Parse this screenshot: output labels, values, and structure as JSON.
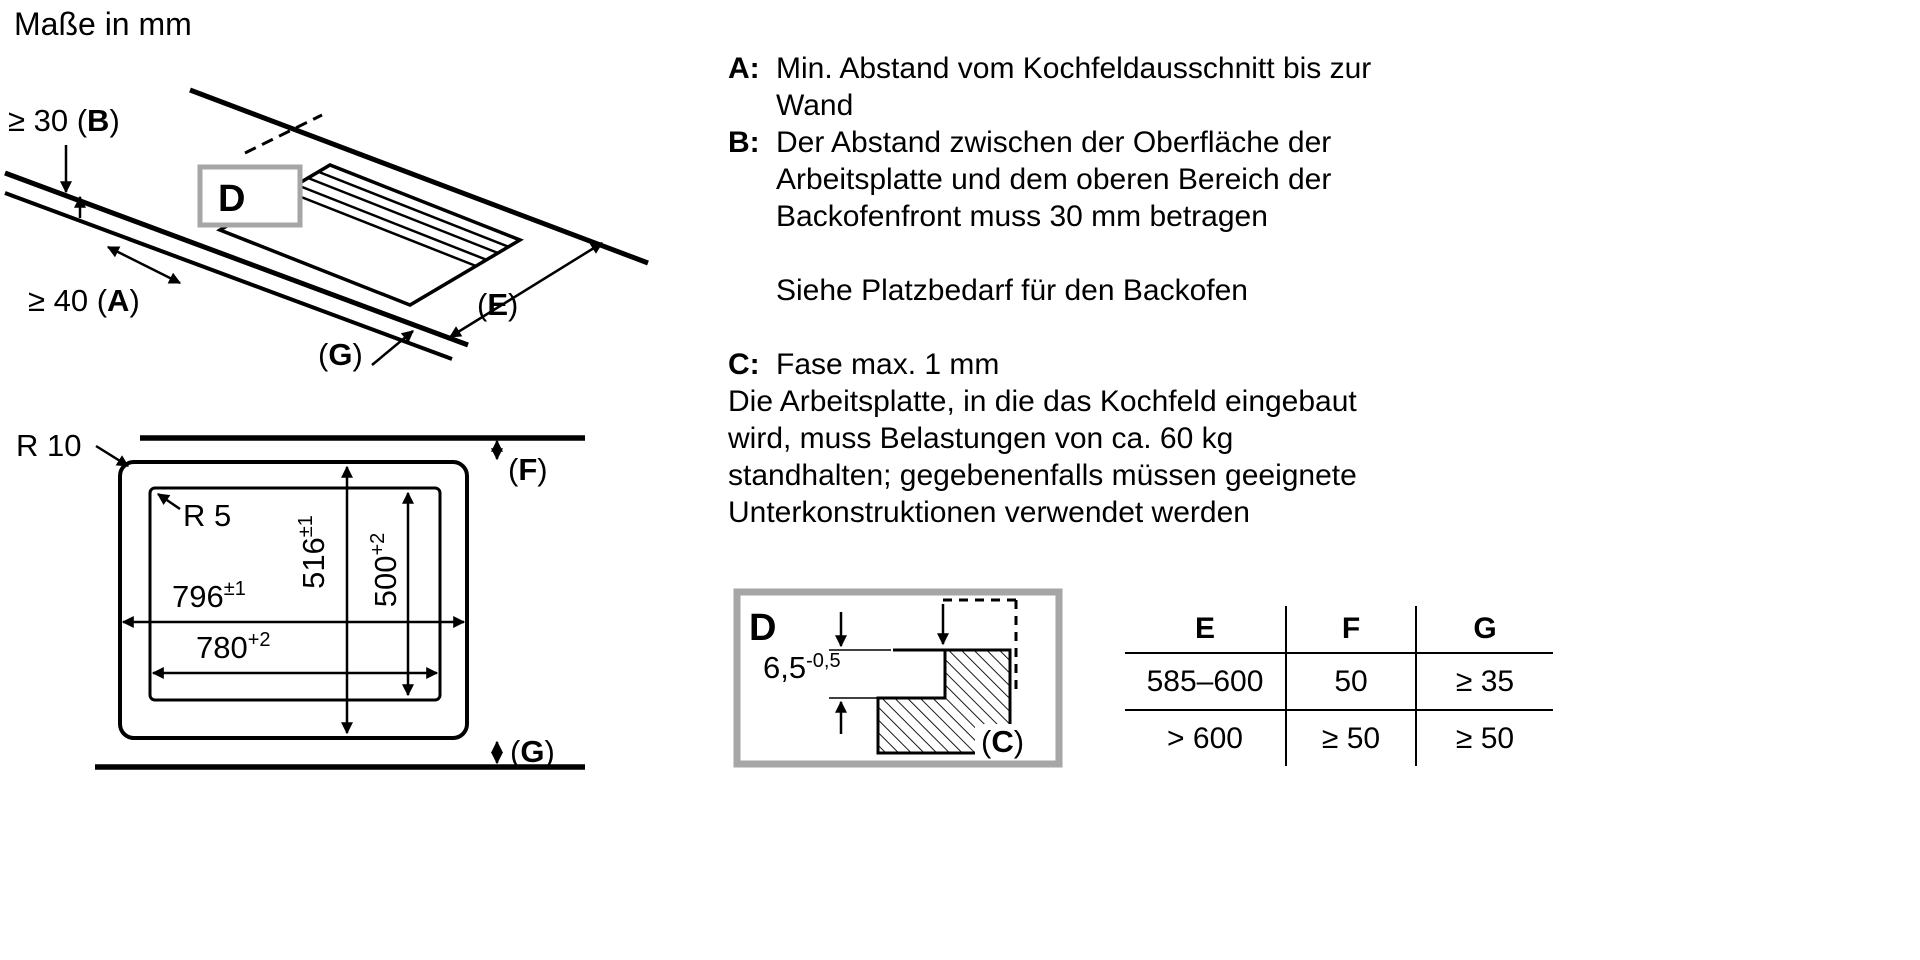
{
  "title": "Maße in mm",
  "iso": {
    "detail_label": "D",
    "dim_b": {
      "pre": "≥ 30 (",
      "letter": "B",
      "post": ")"
    },
    "dim_a": {
      "pre": "≥ 40 (",
      "letter": "A",
      "post": ")"
    },
    "dim_g": {
      "pre": "(",
      "letter": "G",
      "post": ")"
    },
    "dim_e": {
      "pre": "(",
      "letter": "E",
      "post": ")"
    }
  },
  "plan": {
    "r10": "R 10",
    "r5": "R 5",
    "d516": {
      "base": "516",
      "sup": "±1"
    },
    "d500": {
      "base": "500",
      "sup": "+2"
    },
    "d796": {
      "base": "796",
      "sup": "±1"
    },
    "d780": {
      "base": "780",
      "sup": "+2"
    },
    "dim_f": {
      "pre": "(",
      "letter": "F",
      "post": ")"
    },
    "dim_g": {
      "pre": "(",
      "letter": "G",
      "post": ")"
    }
  },
  "notes": {
    "a": {
      "label": "A:",
      "text": "Min. Abstand vom Kochfeldausschnitt bis zur\nWand"
    },
    "b": {
      "label": "B:",
      "text": "Der Abstand zwischen der Oberfläche der\nArbeitsplatte und dem oberen Bereich der\nBackofenfront muss 30 mm betragen"
    },
    "oven_note": "Siehe Platzbedarf für den Backofen",
    "c": {
      "label": "C:",
      "text": "Fase max. 1 mm"
    },
    "load_note": "Die Arbeitsplatte, in die das Kochfeld eingebaut\nwird, muss Belastungen von ca. 60 kg\nstandhalten; gegebenenfalls müssen geeignete\nUnterkonstruktionen verwendet werden"
  },
  "detail": {
    "label": "D",
    "dim": {
      "base": "6,5",
      "sup": "-0,5"
    },
    "c_ref": {
      "pre": "(",
      "letter": "C",
      "post": ")"
    }
  },
  "table": {
    "headers": [
      "E",
      "F",
      "G"
    ],
    "rows": [
      [
        "585–600",
        "50",
        "≥ 35"
      ],
      [
        "> 600",
        "≥ 50",
        "≥ 50"
      ]
    ]
  },
  "colors": {
    "line": "#000000",
    "detail_frame": "#a6a6a6"
  }
}
